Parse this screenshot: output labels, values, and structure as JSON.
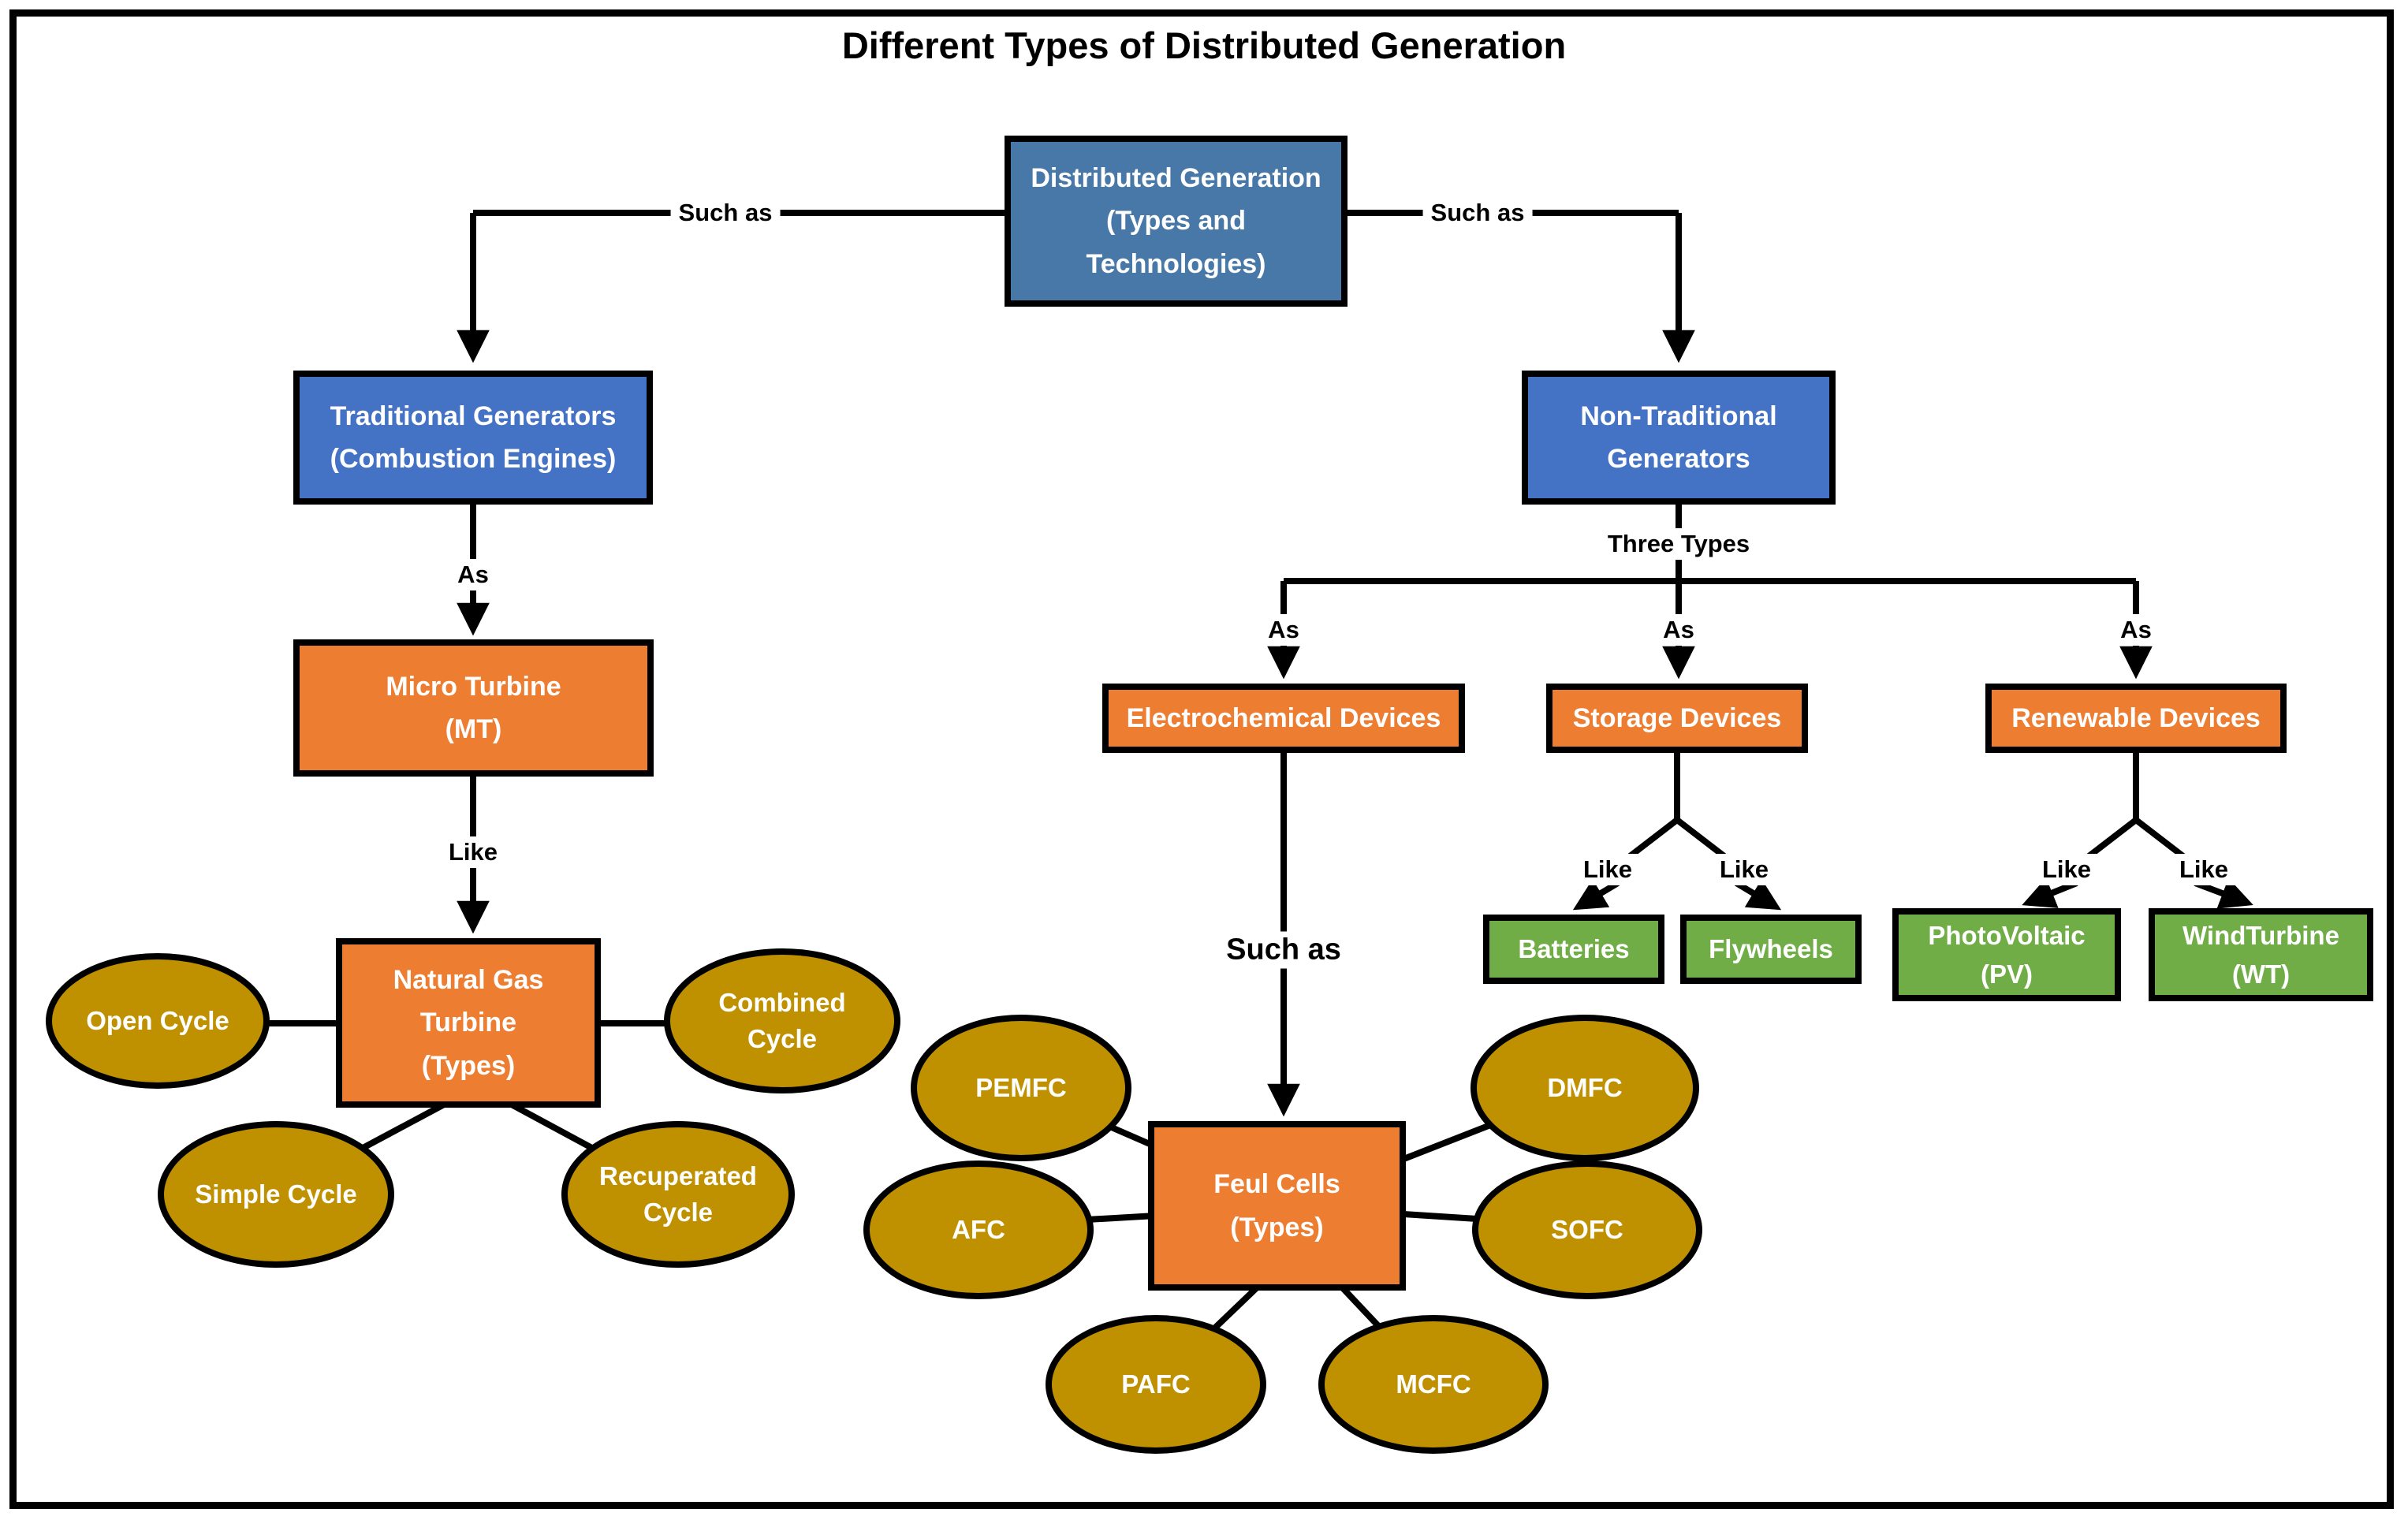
{
  "title": "Different Types of Distributed Generation",
  "colors": {
    "root_blue": "#4878a8",
    "blue": "#4472c4",
    "orange": "#ed7d31",
    "olive": "#bf9000",
    "green": "#70ad47",
    "line": "#000000"
  },
  "nodes": {
    "distributed_generation": {
      "label": "Distributed Generation\n(Types and\nTechnologies)"
    },
    "traditional_generators": {
      "label": "Traditional Generators\n(Combustion Engines)"
    },
    "micro_turbine": {
      "label": "Micro Turbine\n(MT)"
    },
    "natural_gas_turbine": {
      "label": "Natural Gas\nTurbine\n(Types)"
    },
    "open_cycle": {
      "label": "Open Cycle"
    },
    "combined_cycle": {
      "label": "Combined\nCycle"
    },
    "simple_cycle": {
      "label": "Simple Cycle"
    },
    "recuperated_cycle": {
      "label": "Recuperated\nCycle"
    },
    "non_traditional_generators": {
      "label": "Non-Traditional\nGenerators"
    },
    "electrochemical_devices": {
      "label": "Electrochemical Devices"
    },
    "storage_devices": {
      "label": "Storage Devices"
    },
    "renewable_devices": {
      "label": "Renewable Devices"
    },
    "feul_cells": {
      "label": "Feul Cells\n(Types)"
    },
    "pemfc": {
      "label": "PEMFC"
    },
    "afc": {
      "label": "AFC"
    },
    "pafc": {
      "label": "PAFC"
    },
    "mcfc": {
      "label": "MCFC"
    },
    "sofc": {
      "label": "SOFC"
    },
    "dmfc": {
      "label": "DMFC"
    },
    "batteries": {
      "label": "Batteries"
    },
    "flywheels": {
      "label": "Flywheels"
    },
    "photovoltaic": {
      "label": "PhotoVoltaic\n(PV)"
    },
    "windturbine": {
      "label": "WindTurbine\n(WT)"
    }
  },
  "edge_labels": {
    "such_as_left": "Such as",
    "such_as_right": "Such as",
    "as_traditional": "As",
    "like_micro": "Like",
    "three_types": "Three Types",
    "as_electrochemical": "As",
    "as_storage": "As",
    "as_renewable": "As",
    "such_as_fuel": "Such as",
    "like_batteries": "Like",
    "like_flywheels": "Like",
    "like_photovoltaic": "Like",
    "like_windturbine": "Like"
  }
}
